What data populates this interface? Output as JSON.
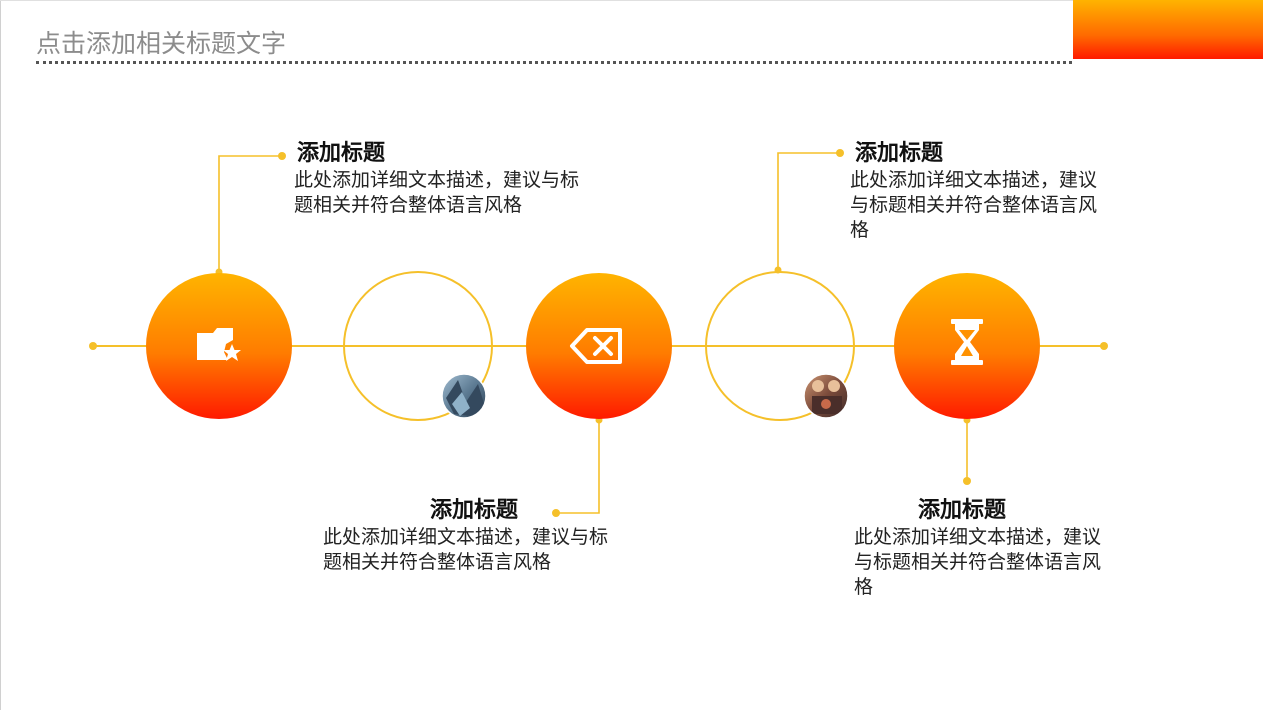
{
  "header": {
    "title": "点击添加相关标题文字"
  },
  "colors": {
    "accent_top": "#ffb300",
    "accent_bottom": "#ff1a00",
    "line": "#f5c02a",
    "rule": "#555555"
  },
  "steps": [
    {
      "icon": "folder-star-icon",
      "title": "添加标题",
      "desc": "此处添加详细文本描述，建议与标题相关并符合整体语言风格"
    },
    {
      "icon": "photo-thumbnail"
    },
    {
      "icon": "backspace-icon",
      "title": "添加标题",
      "desc": "此处添加详细文本描述，建议与标题相关并符合整体语言风格"
    },
    {
      "icon": "photo-thumbnail"
    },
    {
      "icon": "hourglass-icon",
      "title": "添加标题",
      "desc": "此处添加详细文本描述，建议与标题相关并符合整体语言风格"
    }
  ],
  "callouts": [
    {
      "title": "添加标题",
      "desc": "此处添加详细文本描述，建议与标题相关并符合整体语言风格"
    },
    {
      "title": "添加标题",
      "desc": "此处添加详细文本描述，建议与标题相关并符合整体语言风格"
    },
    {
      "title": "添加标题",
      "desc": "此处添加详细文本描述，建议与标题相关并符合整体语言风格"
    },
    {
      "title": "添加标题",
      "desc": "此处添加详细文本描述，建议与标题相关并符合整体语言风格"
    }
  ]
}
